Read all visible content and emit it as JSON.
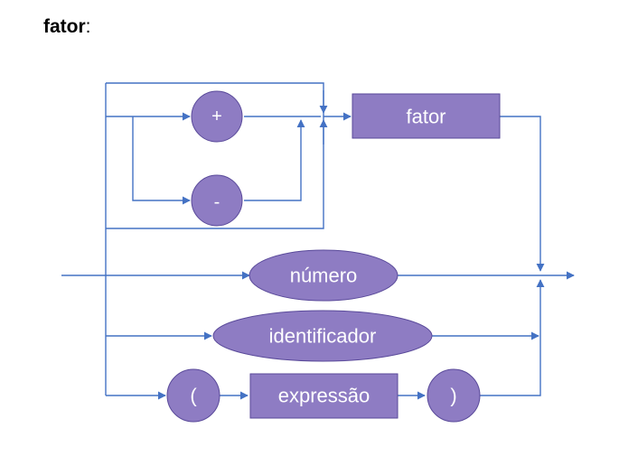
{
  "title": {
    "term": "fator",
    "suffix": ":"
  },
  "colors": {
    "line": "#4472C4",
    "node_fill": "#8E7CC3",
    "node_stroke": "#5A4A9A",
    "node_text": "#ffffff"
  },
  "nodes": {
    "plus": "+",
    "minus": "-",
    "fator": "fator",
    "numero": "número",
    "identificador": "identificador",
    "open_paren": "(",
    "expressao": "expressão",
    "close_paren": ")"
  }
}
